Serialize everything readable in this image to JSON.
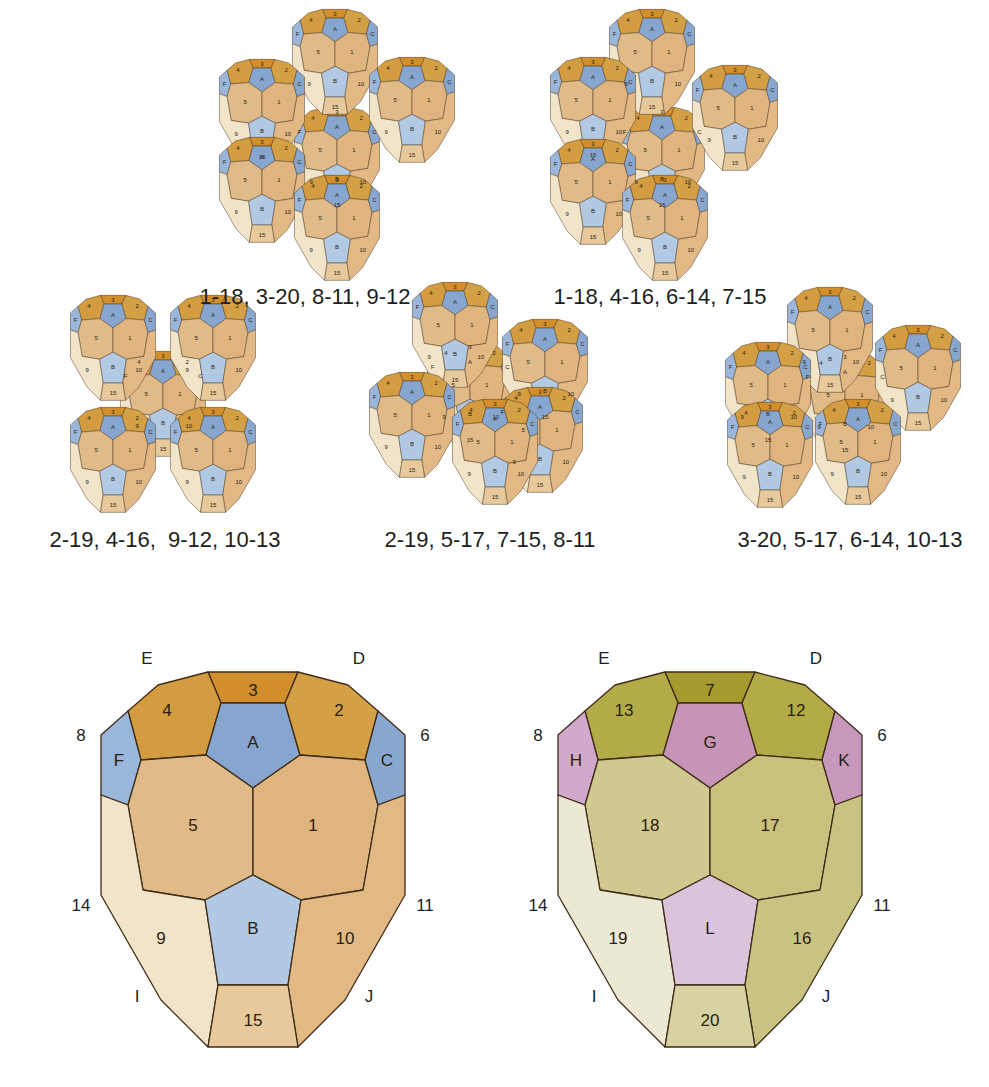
{
  "diagram": {
    "nodes": [
      {
        "text": [
          "3"
        ]
      },
      {
        "text": [
          "4"
        ]
      },
      {
        "text": [
          "A"
        ]
      },
      {
        "text": [
          "2"
        ]
      },
      {
        "text": [
          "F"
        ]
      },
      {
        "text": [
          "5"
        ]
      },
      {
        "text": [
          "1"
        ]
      },
      {
        "text": [
          "C"
        ]
      },
      {
        "text": [
          "9"
        ]
      },
      {
        "text": [
          "B"
        ]
      },
      {
        "text": [
          "10"
        ]
      },
      {
        "text": [
          "15"
        ]
      },
      {
        "text": [
          "7"
        ]
      },
      {
        "text": [
          "13"
        ]
      },
      {
        "text": [
          "G"
        ]
      },
      {
        "text": [
          "12"
        ]
      },
      {
        "text": [
          "H"
        ]
      },
      {
        "text": [
          "18"
        ]
      },
      {
        "text": [
          "17"
        ]
      },
      {
        "text": [
          "K"
        ]
      },
      {
        "text": [
          "19"
        ]
      },
      {
        "text": [
          "L"
        ]
      },
      {
        "text": [
          "16"
        ]
      },
      {
        "text": [
          "20"
        ]
      }
    ],
    "labels": [
      "3",
      "4",
      "A",
      "2",
      "F",
      "5",
      "1",
      "C",
      "9",
      "B",
      "10",
      "15",
      "3",
      "4",
      "A",
      "2",
      "F",
      "5",
      "1",
      "C",
      "9",
      "B",
      "10",
      "15",
      "3",
      "4",
      "A",
      "2",
      "F",
      "5",
      "1",
      "C",
      "9",
      "B",
      "10",
      "15",
      "3",
      "4",
      "A",
      "2",
      "F",
      "5",
      "1",
      "C",
      "9",
      "B",
      "10",
      "15",
      "3",
      "4",
      "A",
      "2",
      "F",
      "5",
      "1",
      "C",
      "9",
      "B",
      "10",
      "15",
      "3",
      "4",
      "A",
      "2",
      "F",
      "5",
      "1",
      "C",
      "9",
      "B",
      "10",
      "15",
      "3",
      "4",
      "A",
      "2",
      "F",
      "5",
      "1",
      "C",
      "9",
      "B",
      "10",
      "15",
      "3",
      "4",
      "A",
      "2",
      "F",
      "5",
      "1",
      "C",
      "9",
      "B",
      "10",
      "15",
      "3",
      "4",
      "A",
      "2",
      "F",
      "5",
      "1",
      "C",
      "9",
      "B",
      "10",
      "15",
      "3",
      "4",
      "A",
      "2",
      "F",
      "5",
      "1",
      "C",
      "9",
      "B",
      "10",
      "15",
      "3",
      "4",
      "A",
      "2",
      "F",
      "5",
      "1",
      "C",
      "9",
      "B",
      "10",
      "15",
      "3",
      "4",
      "A",
      "2",
      "F",
      "5",
      "1",
      "C",
      "9",
      "B",
      "10",
      "15",
      "1-18, 3-20, 8-11, 9-12",
      "1-18, 4-16, 6-14, 7-15",
      "3",
      "4",
      "A",
      "2",
      "F",
      "5",
      "1",
      "C",
      "9",
      "B",
      "10",
      "15",
      "3",
      "4",
      "A",
      "2",
      "F",
      "5",
      "1",
      "C",
      "9",
      "B",
      "10",
      "15",
      "3",
      "4",
      "A",
      "2",
      "F",
      "5",
      "1",
      "C",
      "9",
      "B",
      "10",
      "15",
      "3",
      "4",
      "A",
      "2",
      "F",
      "5",
      "1",
      "C",
      "9",
      "B",
      "10",
      "15",
      "3",
      "4",
      "A",
      "2",
      "F",
      "5",
      "1",
      "C",
      "9",
      "B",
      "10",
      "15",
      "3",
      "4",
      "A",
      "2",
      "F",
      "5",
      "1",
      "C",
      "9",
      "B",
      "10",
      "15",
      "3",
      "4",
      "A",
      "2",
      "F",
      "5",
      "1",
      "C",
      "9",
      "B",
      "10",
      "15",
      "3",
      "4",
      "A",
      "2",
      "F",
      "5",
      "1",
      "C",
      "9",
      "B",
      "10",
      "15",
      "3",
      "4",
      "A",
      "2",
      "F",
      "5",
      "1",
      "C",
      "9",
      "B",
      "10",
      "15",
      "3",
      "4",
      "A",
      "2",
      "F",
      "5",
      "1",
      "C",
      "9",
      "B",
      "10",
      "15",
      "3",
      "4",
      "A",
      "2",
      "F",
      "5",
      "1",
      "C",
      "9",
      "B",
      "10",
      "15",
      "3",
      "4",
      "A",
      "2",
      "F",
      "5",
      "1",
      "C",
      "9",
      "B",
      "10",
      "15",
      "3",
      "4",
      "A",
      "2",
      "F",
      "5",
      "1",
      "C",
      "9",
      "B",
      "10",
      "15",
      "3",
      "4",
      "A",
      "2",
      "F",
      "5",
      "1",
      "C",
      "9",
      "B",
      "10",
      "15",
      "3",
      "4",
      "A",
      "2",
      "F",
      "5",
      "1",
      "C",
      "9",
      "B",
      "10",
      "15",
      "3",
      "4",
      "A",
      "2",
      "F",
      "5",
      "1",
      "C",
      "9",
      "B",
      "10",
      "15",
      "3",
      "4",
      "A",
      "2",
      "F",
      "5",
      "1",
      "C",
      "9",
      "B",
      "10",
      "15",
      "2-19, 4-16,  9-12, 10-13",
      "2-19, 5-17, 7-15, 8-11",
      "3-20, 5-17, 6-14, 10-13",
      "E",
      "D",
      "8",
      "6",
      "14",
      "11",
      "I",
      "J",
      "E",
      "D",
      "8",
      "6",
      "14",
      "11",
      "I",
      "J"
    ]
  }
}
